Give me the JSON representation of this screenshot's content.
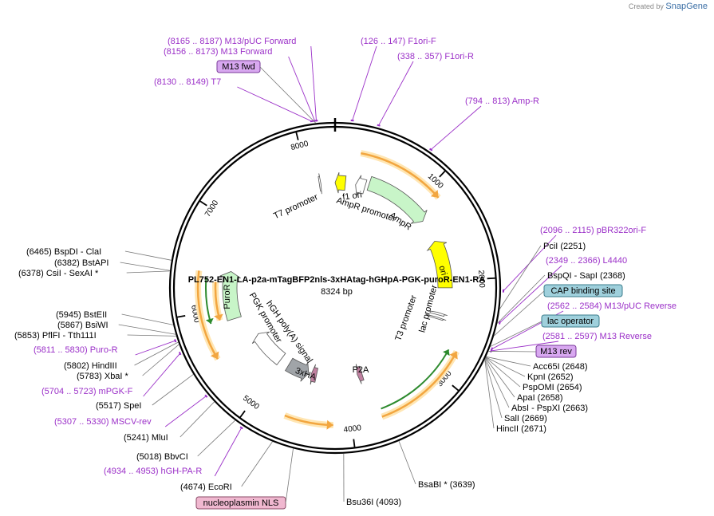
{
  "brand": {
    "prefix": "Created by",
    "name": "SnapGene"
  },
  "plasmid": {
    "name": "PL752-EN1-LA-p2a-mTagBFP2nls-3xHAtag-hGHpA-PGK-puroR-EN1-RA",
    "size_label": "8324 bp",
    "length": 8324
  },
  "ticks": [
    {
      "pos": 1000,
      "label": "1000"
    },
    {
      "pos": 2000,
      "label": "2000"
    },
    {
      "pos": 3000,
      "label": "3000"
    },
    {
      "pos": 4000,
      "label": "4000"
    },
    {
      "pos": 5000,
      "label": "5000"
    },
    {
      "pos": 6000,
      "label": "6000"
    },
    {
      "pos": 7000,
      "label": "7000"
    },
    {
      "pos": 8000,
      "label": "8000"
    }
  ],
  "primers": [
    {
      "name": "M13/pUC Forward",
      "range": "(8165 .. 8187)",
      "pos": 8176
    },
    {
      "name": "M13 Forward",
      "range": "(8156 .. 8173)",
      "pos": 8164
    },
    {
      "name": "T7",
      "range": "(8130 .. 8149)",
      "pos": 8140
    },
    {
      "name": "F1ori-F",
      "range": "(126 .. 147)",
      "pos": 136
    },
    {
      "name": "F1ori-R",
      "range": "(338 .. 357)",
      "pos": 347
    },
    {
      "name": "Amp-R",
      "range": "(794 .. 813)",
      "pos": 803
    },
    {
      "name": "pBR322ori-F",
      "range": "(2096 .. 2115)",
      "pos": 2105
    },
    {
      "name": "L4440",
      "range": "(2349 .. 2366)",
      "pos": 2357
    },
    {
      "name": "M13/pUC Reverse",
      "range": "(2562 .. 2584)",
      "pos": 2573
    },
    {
      "name": "M13 Reverse",
      "range": "(2581 .. 2597)",
      "pos": 2589
    },
    {
      "name": "Puro-R",
      "range": "(5811 .. 5830)",
      "pos": 5820
    },
    {
      "name": "mPGK-F",
      "range": "(5704 .. 5723)",
      "pos": 5713
    },
    {
      "name": "MSCV-rev",
      "range": "(5307 .. 5330)",
      "pos": 5318
    },
    {
      "name": "hGH-PA-R",
      "range": "(4934 .. 4953)",
      "pos": 4943
    }
  ],
  "enzymes": [
    {
      "pos_label": "(6465)",
      "name": "BspDI",
      "sep": "-",
      "name2": "ClaI",
      "pos": 6465
    },
    {
      "pos_label": "(6382)",
      "name": "BstAPI",
      "pos": 6382
    },
    {
      "pos_label": "(6378)",
      "name": "CsiI",
      "sep": "-",
      "name2": "SexAI *",
      "pos": 6378
    },
    {
      "pos_label": "(5945)",
      "name": "BstEII",
      "pos": 5945
    },
    {
      "pos_label": "(5867)",
      "name": "BsiWI",
      "pos": 5867
    },
    {
      "pos_label": "(5853)",
      "name": "PflFI",
      "sep": "-",
      "name2": "Tth111I",
      "pos": 5853
    },
    {
      "pos_label": "(5802)",
      "name": "HindIII",
      "pos": 5802
    },
    {
      "pos_label": "(5783)",
      "name": "XbaI *",
      "pos": 5783
    },
    {
      "pos_label": "(5517)",
      "name": "SpeI",
      "pos": 5517
    },
    {
      "pos_label": "(5241)",
      "name": "MluI",
      "pos": 5241
    },
    {
      "pos_label": "(5018)",
      "name": "BbvCI",
      "pos": 5018
    },
    {
      "pos_label": "(4674)",
      "name": "EcoRI",
      "pos": 4674
    },
    {
      "name": "PciI",
      "pos_label": "(2251)",
      "pos": 2251
    },
    {
      "name": "BspQI",
      "sep": "-",
      "name2": "SapI",
      "pos_label": "(2368)",
      "pos": 2368
    },
    {
      "name": "Acc65I",
      "pos_label": "(2648)",
      "pos": 2648
    },
    {
      "name": "KpnI",
      "pos_label": "(2652)",
      "pos": 2652
    },
    {
      "name": "PspOMI",
      "pos_label": "(2654)",
      "pos": 2654
    },
    {
      "name": "ApaI",
      "pos_label": "(2658)",
      "pos": 2658
    },
    {
      "name": "AbsI",
      "sep": "-",
      "name2": "PspXI",
      "pos_label": "(2663)",
      "pos": 2663
    },
    {
      "name": "SalI",
      "pos_label": "(2669)",
      "pos": 2669
    },
    {
      "name": "HincII",
      "pos_label": "(2671)",
      "pos": 2671
    },
    {
      "name": "BsaBI *",
      "pos_label": "(3639)",
      "pos": 3639
    },
    {
      "name": "Bsu36I",
      "pos_label": "(4093)",
      "pos": 4093
    }
  ],
  "boxes": [
    {
      "text": "M13 fwd",
      "fill": "#d8a8f0",
      "stroke": "#7a3a9a",
      "pos": 8170
    },
    {
      "text": "CAP binding site",
      "fill": "#9fd0dc",
      "stroke": "#3b7d8c",
      "pos": 2470
    },
    {
      "text": "lac operator",
      "fill": "#9fd0dc",
      "stroke": "#3b7d8c",
      "pos": 2560
    },
    {
      "text": "M13 rev",
      "fill": "#d8a8f0",
      "stroke": "#7a3a9a",
      "pos": 2600
    },
    {
      "text": "nucleoplasmin NLS",
      "fill": "#f0b8d0",
      "stroke": "#8a4a66",
      "pos": 4500
    }
  ],
  "features": [
    {
      "name": "f1 ori",
      "start": 8324,
      "end": 130,
      "color": "#ffff00",
      "dir": -1
    },
    {
      "name": "AmpR promoter",
      "start": 260,
      "end": 380,
      "color": "#ffffff",
      "dir": -1
    },
    {
      "name": "AmpR",
      "start": 420,
      "end": 1220,
      "color": "#c8f5c8",
      "dir": 1
    },
    {
      "name": "ori",
      "start": 1500,
      "end": 2080,
      "color": "#ffff00",
      "dir": -1
    },
    {
      "name": "lac promoter",
      "start": 2390,
      "end": 2420,
      "color": "#ffffff",
      "dir": -1
    },
    {
      "name": "T3 promoter",
      "start": 2450,
      "end": 2470,
      "color": "#ffffff",
      "dir": -1
    },
    {
      "name": "P2A",
      "start": 3760,
      "end": 3830,
      "color": "#c080a0",
      "dir": 1
    },
    {
      "name": "3xHA",
      "start": 4440,
      "end": 4520,
      "color": "#c080a0",
      "dir": 1
    },
    {
      "name": "hGH poly(A) signal",
      "start": 4560,
      "end": 4880,
      "color": "#a0a4a8",
      "dir": -1
    },
    {
      "name": "PGK promoter",
      "start": 5020,
      "end": 5530,
      "color": "#ffffff",
      "dir": 1
    },
    {
      "name": "PuroR",
      "start": 5850,
      "end": 6450,
      "color": "#c8f5c8",
      "dir": 1
    },
    {
      "name": "T7 promoter",
      "start": 8125,
      "end": 8145,
      "color": "#ffffff",
      "dir": 1
    }
  ],
  "orfs": [
    {
      "start": 250,
      "end": 1130,
      "dir": 1
    },
    {
      "start": 2720,
      "end": 3700,
      "dir": -1
    },
    {
      "start": 4180,
      "end": 4660,
      "dir": -1
    },
    {
      "start": 5880,
      "end": 6310,
      "dir": -1
    },
    {
      "start": 5520,
      "end": 6410,
      "dir": -1
    }
  ],
  "colors": {
    "backbone": "#000000",
    "primer": "#9b30c8",
    "orf_fill": "#f2a640",
    "orf_glow": "#ffe6b3",
    "green_line": "#2d8a2d"
  }
}
